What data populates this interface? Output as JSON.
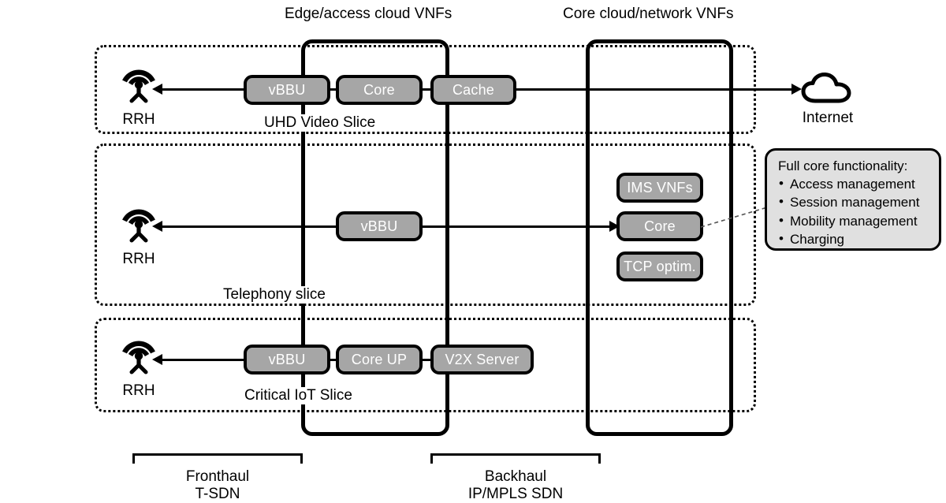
{
  "columns": {
    "edge": {
      "caption": "Edge/access cloud VNFs"
    },
    "core": {
      "caption": "Core cloud/network VNFs"
    }
  },
  "endpoints": {
    "rrh_label": "RRH",
    "internet_label": "Internet",
    "rrh_icon": "antenna-tower-icon",
    "internet_icon": "cloud-icon"
  },
  "slices": [
    {
      "name": "UHD Video Slice",
      "rrh": "RRH",
      "vnfs": [
        "vBBU",
        "Core",
        "Cache"
      ]
    },
    {
      "name": "Telephony slice",
      "rrh": "RRH",
      "vnfs": [
        "vBBU"
      ]
    },
    {
      "name": "Critical IoT Slice",
      "rrh": "RRH",
      "vnfs": [
        "vBBU",
        "Core UP",
        "V2X Server"
      ]
    }
  ],
  "core_vnfs": [
    "IMS VNFs",
    "Core",
    "TCP optim."
  ],
  "callout": {
    "title": "Full core functionality:",
    "items": [
      "Access management",
      "Session management",
      "Mobility management",
      "Charging"
    ]
  },
  "transport": [
    {
      "title": "Fronthaul",
      "sub": "T-SDN"
    },
    {
      "title": "Backhaul",
      "sub": "IP/MPLS SDN"
    }
  ],
  "colors": {
    "vnf_fill": "#a6a6a6",
    "callout_fill": "#e0e0e0",
    "stroke": "#000000"
  }
}
